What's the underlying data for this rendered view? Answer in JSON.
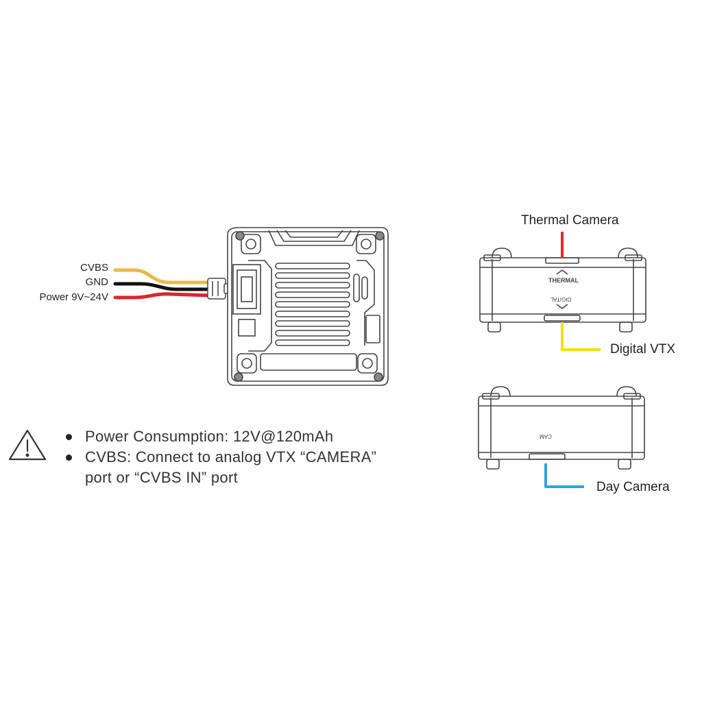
{
  "wire_labels": {
    "cvbs": "CVBS",
    "gnd": "GND",
    "power": "Power 9V~24V"
  },
  "wire_colors": {
    "cvbs": "#e9b94a",
    "gnd": "#111111",
    "power": "#d8262c"
  },
  "connections": {
    "thermal_camera": "Thermal Camera",
    "digital_vtx": "Digital VTX",
    "day_camera": "Day Camera"
  },
  "connection_colors": {
    "thermal_camera": "#e52a2a",
    "digital_vtx": "#f2e000",
    "day_camera": "#2aa6dc"
  },
  "module_markings": {
    "thermal": "THERMAL",
    "digital": "DIGITAL",
    "cam": "CAM"
  },
  "notes": {
    "warning_icon": "warning-triangle-icon",
    "items": [
      "Power Consumption: 12V@120mAh",
      "CVBS: Connect to analog VTX “CAMERA”",
      "port or “CVBS IN” port"
    ]
  }
}
